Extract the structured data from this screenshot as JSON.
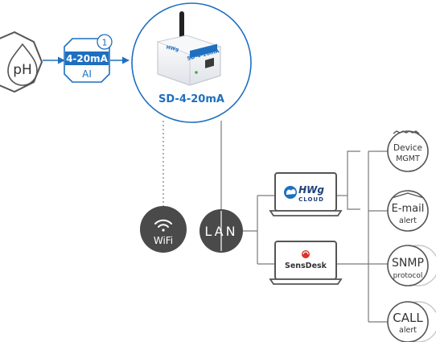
{
  "sensor": {
    "label": "pH"
  },
  "converter": {
    "line1": "4-20mA",
    "line2": "AI",
    "badge": "1"
  },
  "device": {
    "name": "SD-4-20mA",
    "brand": "HWg",
    "model_on_case": "SD-4-20mA"
  },
  "wifi": {
    "label": "WiFi"
  },
  "lan": {
    "label": "LAN"
  },
  "cloud": {
    "logo_text": "HWg",
    "logo_sub": "CLOUD"
  },
  "sensdesk": {
    "logo_text": "SensDesk"
  },
  "outputs": {
    "device_mgmt": {
      "line1": "Device",
      "line2": "MGMT"
    },
    "email": {
      "line1": "E-mail",
      "line2": "alert"
    },
    "snmp": {
      "line1": "SNMP",
      "line2": "protocol"
    },
    "call": {
      "line1": "CALL",
      "line2": "alert"
    }
  },
  "colors": {
    "accent": "#1e6fbf",
    "dark_circle": "#4a4a4a",
    "line_gray": "#7a7a7a"
  }
}
